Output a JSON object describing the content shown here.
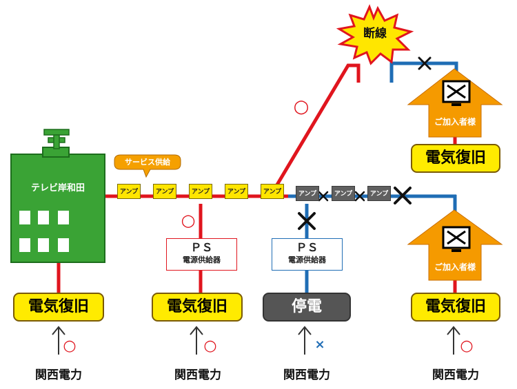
{
  "station": {
    "name": "テレビ岸和田"
  },
  "service_label": "サービス供給",
  "amp_label": "アンプ",
  "break_label": "断線",
  "ps": {
    "title": "ＰＳ",
    "subtitle": "電源供給器"
  },
  "restored_label": "電気復旧",
  "outage_label": "停電",
  "utility_label": "関西電力",
  "subscriber_label": "ご加入者様",
  "status": {
    "ok": "○",
    "ng": "×"
  },
  "colors": {
    "line_ok": "#e0151e",
    "line_down": "#1f6db5",
    "station_green": "#3aa335",
    "house_orange": "#f59a00",
    "burst_yellow": "#ffe600",
    "amp_on": "#ffe500",
    "amp_off": "#606060"
  }
}
